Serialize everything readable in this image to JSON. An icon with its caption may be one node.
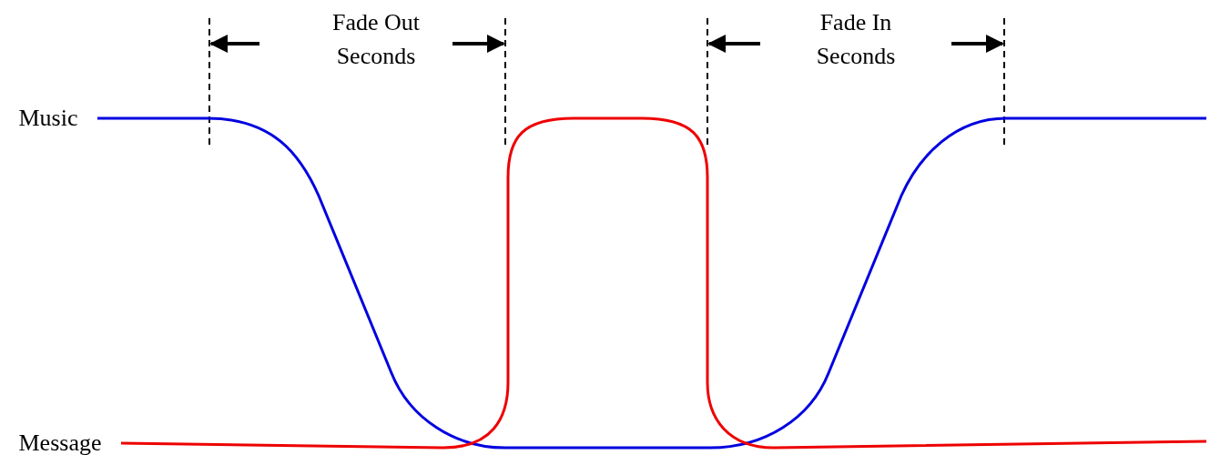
{
  "diagram": {
    "labels": [
      "Fade Out Seconds",
      "Fade In Seconds",
      "Music",
      "Message"
    ]
  }
}
